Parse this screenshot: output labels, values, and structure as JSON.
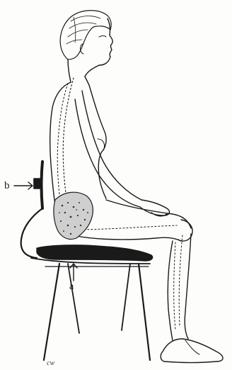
{
  "labels": {
    "b": "b",
    "a": "a",
    "signature": "cw"
  }
}
